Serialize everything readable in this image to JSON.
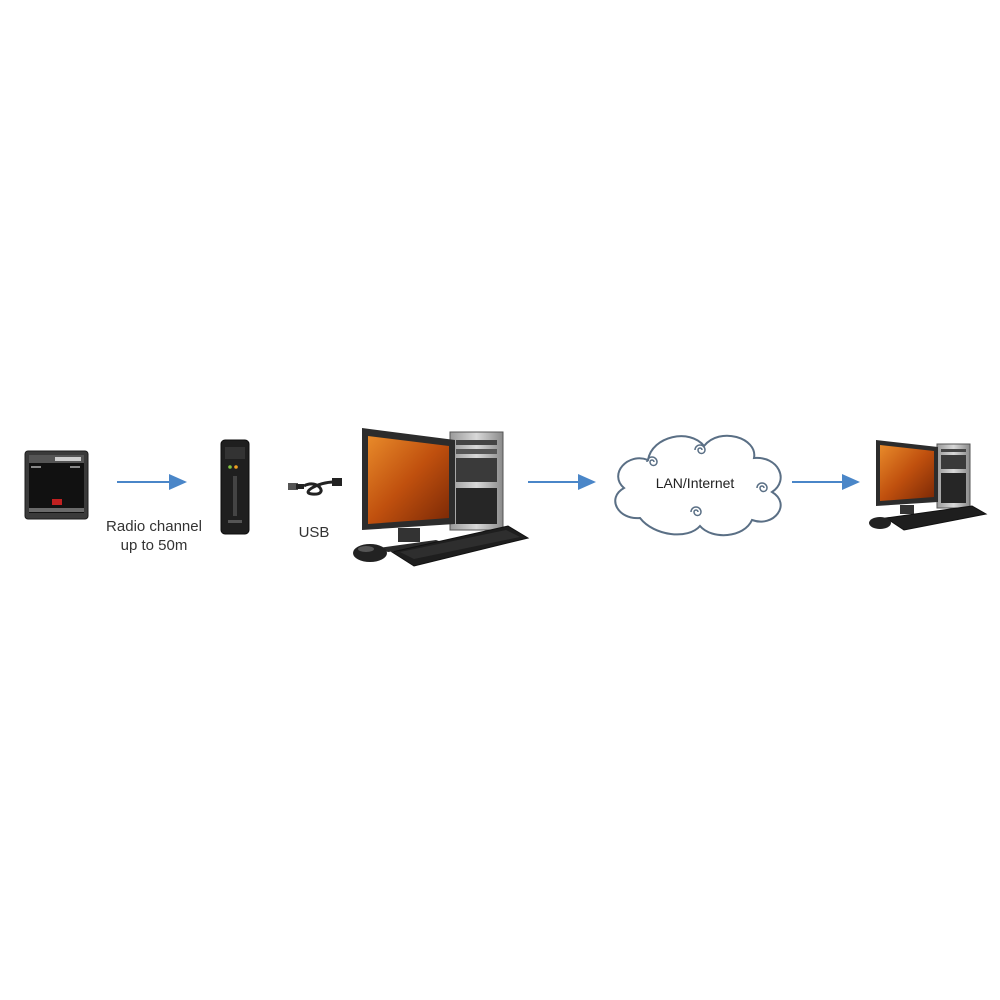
{
  "labels": {
    "radio_line1": "Radio channel",
    "radio_line2": "up to 50m",
    "usb": "USB",
    "network": "LAN/Internet"
  },
  "colors": {
    "arrow": "#4a86c8",
    "cloud_stroke": "#5a6f85",
    "monitor_screen": "#c85a12",
    "device_body": "#2a2a2a"
  },
  "icons": [
    "remote-terminal-icon",
    "radio-receiver-icon",
    "usb-cable-icon",
    "desktop-computer-icon",
    "cloud-icon",
    "remote-computer-icon"
  ]
}
